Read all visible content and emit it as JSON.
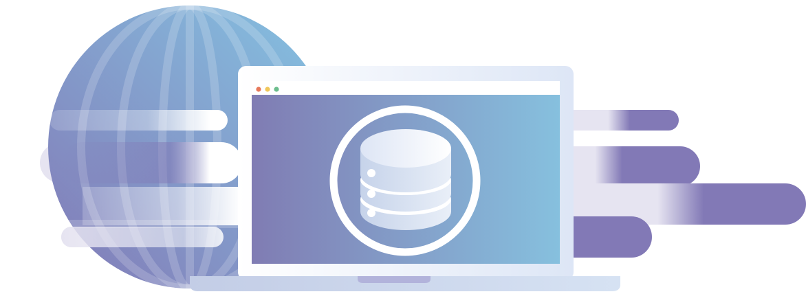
{
  "illustration": {
    "subject": "globe-laptop-database",
    "colors": {
      "purple": "#8279b6",
      "blue": "#85bedf",
      "light": "#e6e4f1",
      "white": "#ffffff",
      "frame": "#e4ecf8",
      "base": "#c9d5ea",
      "notch": "#b2b3db"
    },
    "window_dots": [
      {
        "name": "close-dot",
        "color": "#e7785a"
      },
      {
        "name": "minimize-dot",
        "color": "#f0c75a"
      },
      {
        "name": "maximize-dot",
        "color": "#6bbd8c"
      }
    ],
    "icons": [
      "globe-icon",
      "laptop-icon",
      "database-icon"
    ]
  }
}
